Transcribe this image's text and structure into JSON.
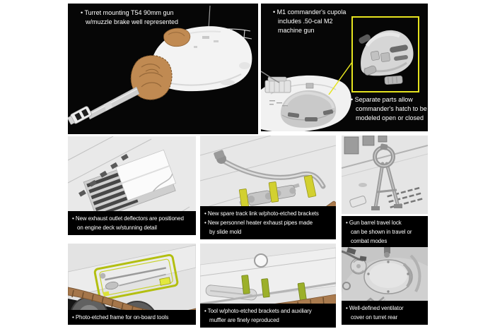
{
  "colors": {
    "highlight_yellow": "#e6e41f",
    "photo_etch_yellow": "#d2d030",
    "photo_etch_green": "#9cb02a",
    "track_brown": "#aa7b4e",
    "mantlet_tan": "#c08a52",
    "caption_bg": "#000000",
    "caption_text": "#ffffff",
    "render_bg": "#e7e7e7"
  },
  "panels": {
    "turret_gun": {
      "caption": {
        "lines": [
          "• Turret mounting T54 90mm gun",
          "w/muzzle brake well represented"
        ]
      }
    },
    "cupola": {
      "caption": {
        "lines": [
          "• M1 commander's cupola",
          "includes .50-cal M2",
          "machine gun"
        ]
      },
      "inset_caption": {
        "lines": [
          "• Separate parts allow",
          "commander's hatch to be",
          "modeled open or closed"
        ]
      }
    },
    "exhaust_deflectors": {
      "caption": {
        "lines": [
          "• New exhaust outlet deflectors are positioned",
          "on engine deck w/stunning detail"
        ]
      }
    },
    "spare_track_heater": {
      "caption": {
        "lines": [
          "• New spare track link w/photo-etched brackets",
          "• New personnel heater exhaust pipes made",
          "by slide mold"
        ]
      }
    },
    "travel_lock": {
      "caption": {
        "lines": [
          "• Gun barrel travel lock",
          "can be shown in travel or",
          "combat modes"
        ]
      }
    },
    "pe_tool_frame": {
      "caption": {
        "lines": [
          "• Photo-etched frame for on-board tools"
        ]
      }
    },
    "tool_brackets_muffler": {
      "caption": {
        "lines": [
          "• Tool w/photo-etched brackets and auxiliary",
          "muffler are finely reproduced"
        ]
      }
    },
    "ventilator_cover": {
      "caption": {
        "lines": [
          "• Well-defined ventilator",
          "cover on turret rear"
        ]
      }
    }
  }
}
